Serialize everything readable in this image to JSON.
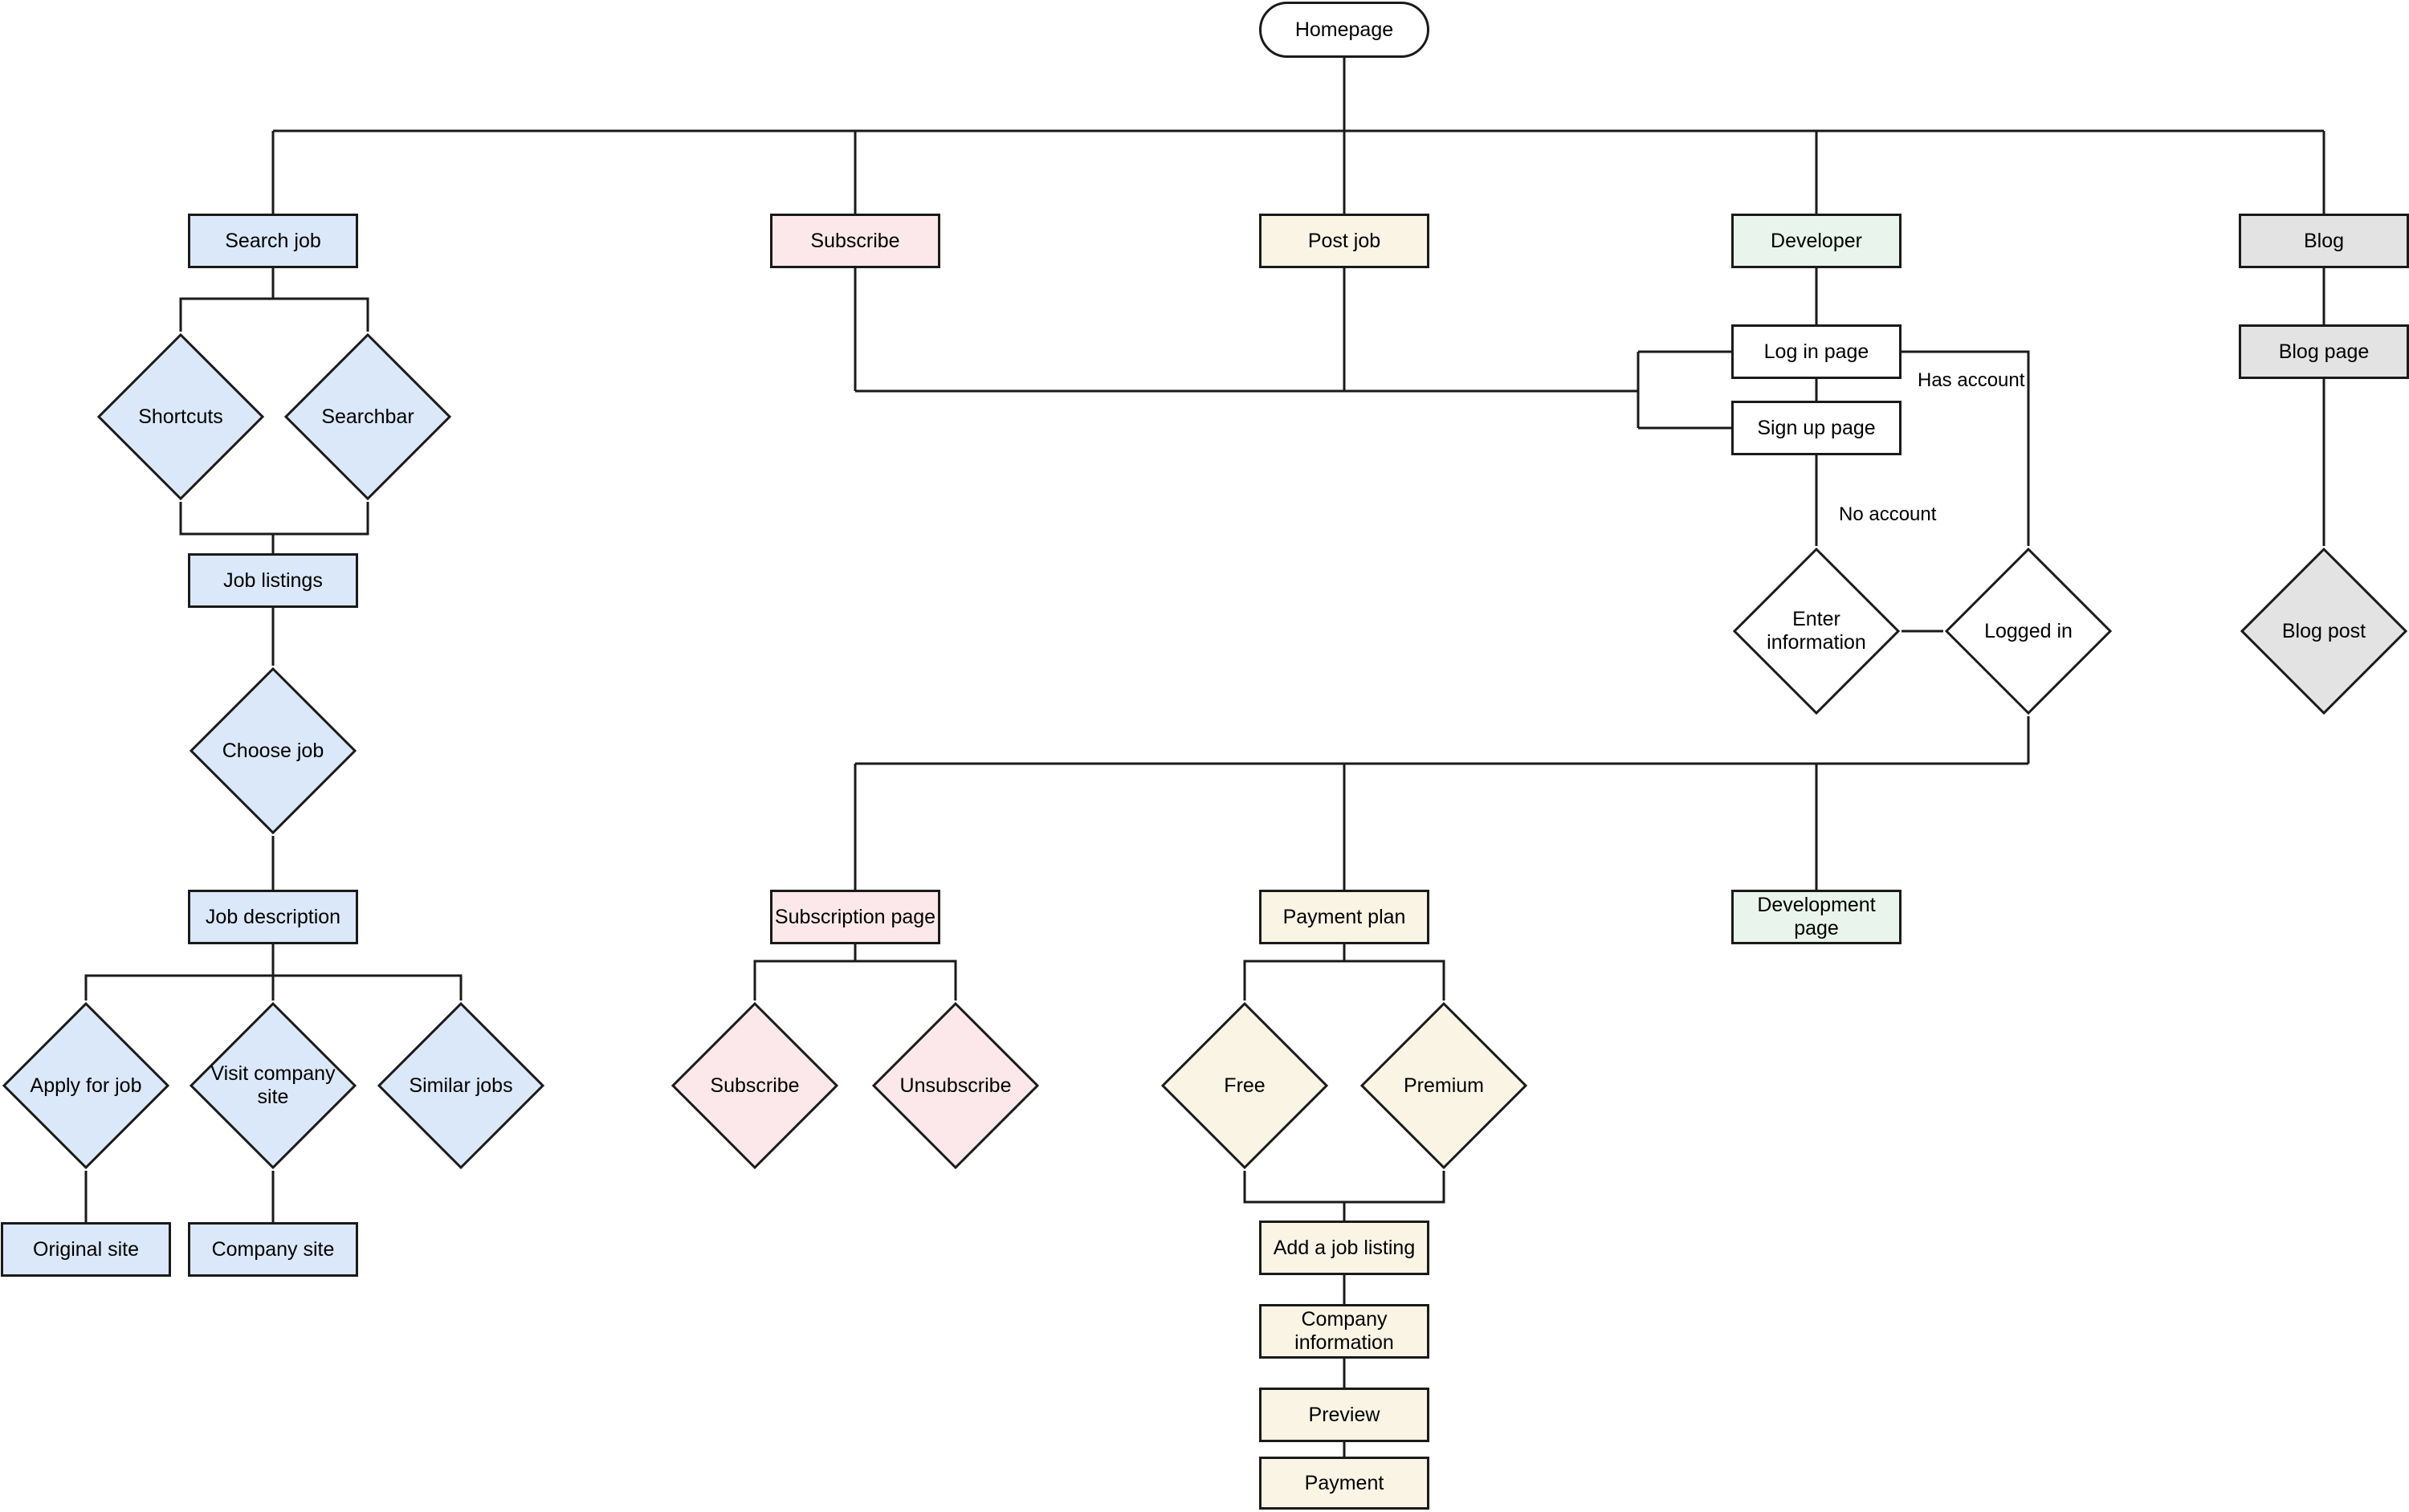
{
  "colors": {
    "blue": "#dbe8f9",
    "pink": "#fce8ea",
    "cream": "#faf4e5",
    "green": "#e8f4ec",
    "gray": "#e3e3e3",
    "white": "#ffffff",
    "line": "#1a1a1a"
  },
  "nodes": {
    "homepage": {
      "label": "Homepage"
    },
    "search_job": {
      "label": "Search job"
    },
    "subscribe": {
      "label": "Subscribe"
    },
    "post_job": {
      "label": "Post job"
    },
    "developer": {
      "label": "Developer"
    },
    "blog": {
      "label": "Blog"
    },
    "shortcuts": {
      "label": "Shortcuts"
    },
    "searchbar": {
      "label": "Searchbar"
    },
    "job_listings": {
      "label": "Job listings"
    },
    "choose_job": {
      "label": "Choose job"
    },
    "job_description": {
      "label": "Job description"
    },
    "apply_for_job": {
      "label": "Apply for job"
    },
    "visit_company_site": {
      "label": "Visit company site"
    },
    "similar_jobs": {
      "label": "Similar jobs"
    },
    "original_site": {
      "label": "Original site"
    },
    "company_site": {
      "label": "Company site"
    },
    "log_in_page": {
      "label": "Log in page"
    },
    "sign_up_page": {
      "label": "Sign up page"
    },
    "enter_information": {
      "label": "Enter information"
    },
    "logged_in": {
      "label": "Logged in"
    },
    "blog_page": {
      "label": "Blog page"
    },
    "blog_post": {
      "label": "Blog post"
    },
    "subscription_page": {
      "label": "Subscription page"
    },
    "subscribe_option": {
      "label": "Subscribe"
    },
    "unsubscribe_option": {
      "label": "Unsubscribe"
    },
    "payment_plan": {
      "label": "Payment plan"
    },
    "free": {
      "label": "Free"
    },
    "premium": {
      "label": "Premium"
    },
    "development_page": {
      "label": "Development page"
    },
    "add_a_job_listing": {
      "label": "Add a job listing"
    },
    "company_information": {
      "label": "Company information"
    },
    "preview": {
      "label": "Preview"
    },
    "payment": {
      "label": "Payment"
    }
  },
  "edge_labels": {
    "has_account": "Has account",
    "no_account": "No account"
  }
}
